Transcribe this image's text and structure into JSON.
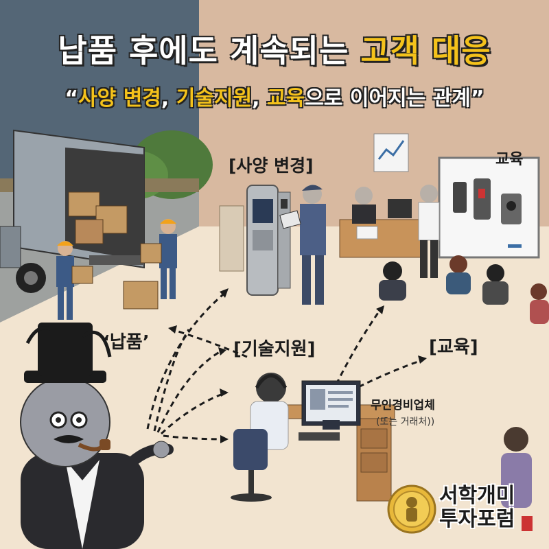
{
  "title": {
    "part1": "납품 후에도 계속되는",
    "highlight": "고객 대응"
  },
  "subtitle": {
    "open_quote": "“",
    "hl1": "사양 변경",
    "sep1": ", ",
    "hl2": "기술지원",
    "sep2": ", ",
    "hl3": "교육",
    "rest": "으로 이어지는 관계",
    "close_quote": "”"
  },
  "labels": {
    "spec_change_top": "[사양 변경]",
    "education_top": "교육",
    "delivery": "‘납품’",
    "tech_support": "[기술지원]",
    "education": "[교육]",
    "company": "무인경비업체",
    "company_sub": "(또는 거래처))"
  },
  "logo": {
    "line1": "서학개미",
    "line2": "투자포럼"
  },
  "colors": {
    "highlight": "#f4c21b",
    "title_text": "#ffffff",
    "outline": "#222222"
  }
}
